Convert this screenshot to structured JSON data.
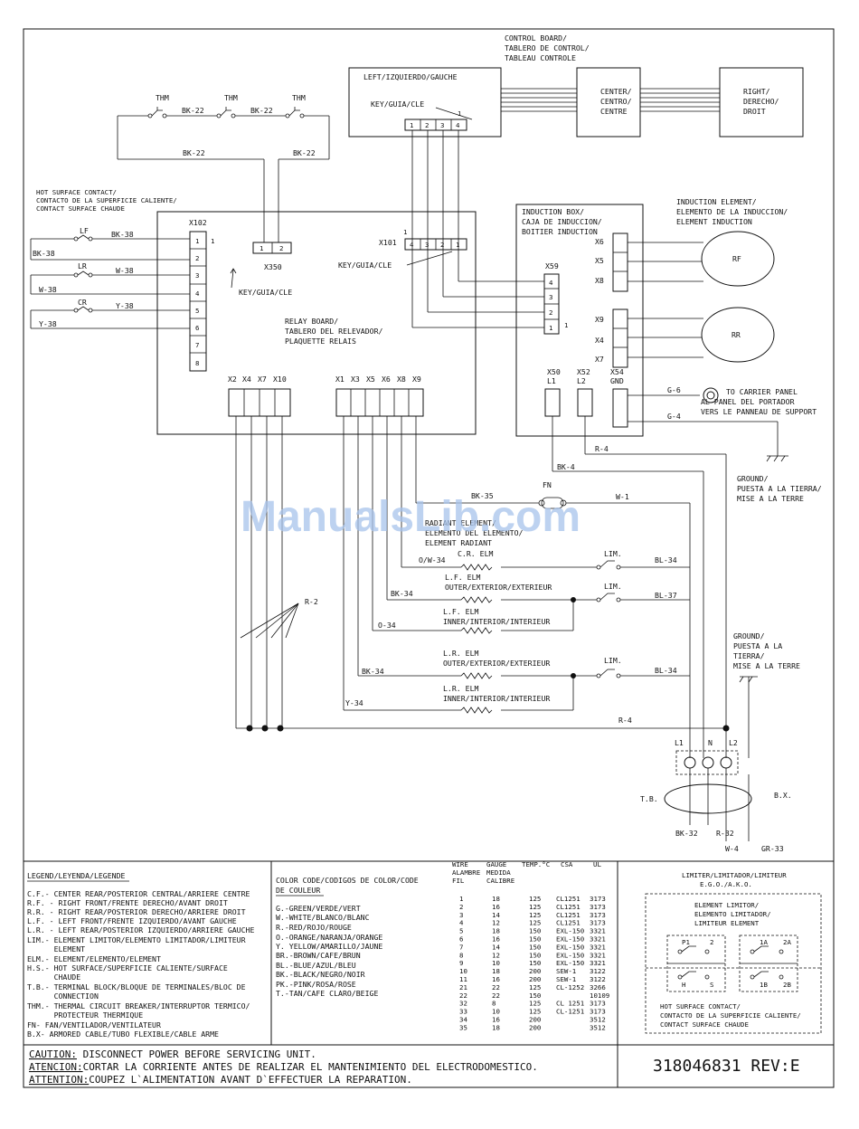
{
  "control_board": {
    "title": [
      "CONTROL BOARD/",
      "TABLERO DE CONTROL/",
      "TABLEAU CONTROLE"
    ],
    "left": "LEFT/IZQUIERDO/GAUCHE",
    "key": "KEY/GUIA/CLE",
    "pins": [
      "1",
      "2",
      "3",
      "4"
    ],
    "pin_mark": "1",
    "center": [
      "CENTER/",
      "CENTRO/",
      "CENTRE"
    ],
    "right": [
      "RIGHT/",
      "DERECHO/",
      "DROIT"
    ]
  },
  "thermostats": {
    "label": "THM",
    "wires": [
      "BK-22",
      "BK-22",
      "BK-22",
      "BK-22"
    ]
  },
  "hot_surface": [
    "HOT SURFACE CONTACT/",
    "CONTACTO DE LA SUPERFICIE CALIENTE/",
    "CONTACT SURFACE CHAUDE"
  ],
  "x102": {
    "label": "X102",
    "pins": [
      "1",
      "2",
      "3",
      "4",
      "5",
      "6",
      "7",
      "8"
    ],
    "mark": "1"
  },
  "contacts": [
    {
      "label": "LF",
      "top": "BK-38",
      "bottom": "BK-38"
    },
    {
      "label": "LR",
      "top": "W-38",
      "bottom": "W-38"
    },
    {
      "label": "CR",
      "top": "Y-38",
      "bottom": "Y-38"
    }
  ],
  "x350": {
    "label": "X350",
    "pins": [
      "1",
      "2"
    ],
    "key": "KEY/GUIA/CLE"
  },
  "x101": {
    "label": "X101",
    "pins": [
      "4",
      "3",
      "2",
      "1"
    ],
    "key": "KEY/GUIA/CLE",
    "mark": "1"
  },
  "relay_board": [
    "RELAY BOARD/",
    "TABLERO DEL RELEVADOR/",
    "PLAQUETTE RELAIS"
  ],
  "relay_left": {
    "labels": [
      "X2",
      "X4",
      "X7",
      "X10"
    ]
  },
  "relay_right": {
    "labels": [
      "X1",
      "X3",
      "X5",
      "X6",
      "X8",
      "X9"
    ]
  },
  "induction_box": {
    "title": [
      "INDUCTION BOX/",
      "CAJA DE INDUCCION/",
      "BOITIER INDUCTION"
    ],
    "x59": "X59",
    "x59_pins": [
      "4",
      "3",
      "2",
      "1"
    ],
    "x59_mark": "1",
    "top_pins": [
      "X6",
      "X5",
      "X8"
    ],
    "bottom_pins": [
      "X9",
      "X4",
      "X7"
    ],
    "x50": [
      "X50",
      "L1"
    ],
    "x52": [
      "X52",
      "L2"
    ],
    "x54": [
      "X54",
      "GND"
    ]
  },
  "induction_element": [
    "INDUCTION ELEMENT/",
    "ELEMENTO DE LA INDUCCION/",
    "ELEMENT INDUCTION"
  ],
  "coils": [
    "RF",
    "RR"
  ],
  "carrier": {
    "g6": "G-6",
    "g4": "G-4",
    "text": [
      "TO CARRIER PANEL",
      "AL PANEL DEL PORTADOR",
      "VERS LE PANNEAU DE SUPPORT"
    ]
  },
  "ground1": [
    "GROUND/",
    "PUESTA A LA TIERRA/",
    "MISE A LA TERRE"
  ],
  "ground2": [
    "GROUND/",
    "PUESTA A LA",
    "TIERRA/",
    "MISE A LA TERRE"
  ],
  "wires": {
    "r4a": "R-4",
    "bk4": "BK-4",
    "bk35": "BK-35",
    "fn": "FN",
    "w1": "W-1",
    "r2": "R-2",
    "r4b": "R-4",
    "ow34": "O/W-34",
    "bl34a": "BL-34",
    "bk34a": "BK-34",
    "bl37": "BL-37",
    "o34": "O-34",
    "bk34b": "BK-34",
    "bl34b": "BL-34",
    "y34": "Y-34"
  },
  "radiant": [
    "RADIANT ELEMENT/",
    "ELEMENTO DEL ELEMENTO/",
    "ELEMENT RADIANT"
  ],
  "elements": {
    "cr": "C.R. ELM",
    "lf1": [
      "L.F. ELM",
      "OUTER/EXTERIOR/EXTERIEUR"
    ],
    "lf2": [
      "L.F. ELM",
      "INNER/INTERIOR/INTERIEUR"
    ],
    "lr1": [
      "L.R. ELM",
      "OUTER/EXTERIOR/EXTERIEUR"
    ],
    "lr2": [
      "L.R. ELM",
      "INNER/INTERIOR/INTERIEUR"
    ],
    "lim": "LIM."
  },
  "terminal_block": {
    "l1": "L1",
    "n": "N",
    "l2": "L2",
    "tb": "T.B.",
    "bx": "B.X.",
    "bk32": "BK-32",
    "r32": "R-32",
    "w4": "W-4",
    "gr33": "GR-33"
  },
  "watermark": "ManualsLib.com",
  "legend": {
    "title": "LEGEND/LEYENDA/LEGENDE",
    "lines": [
      "C.F.- CENTER REAR/POSTERIOR CENTRAL/ARRIERE CENTRE",
      "R.F. - RIGHT FRONT/FRENTE DERECHO/AVANT DROIT",
      "R.R. - RIGHT REAR/POSTERIOR DERECHO/ARRIERE DROIT",
      "L.F. - LEFT FRONT/FRENTE IZQUIERDO/AVANT GAUCHE",
      "L.R. - LEFT REAR/POSTERIOR IZQUIERDO/ARRIERE GAUCHE",
      "LIM.- ELEMENT LIMITOR/ELEMENTO LIMITADOR/LIMITEUR",
      "      ELEMENT",
      "ELM.- ELEMENT/ELEMENTO/ELEMENT",
      "H.S.- HOT SURFACE/SUPERFICIE CALIENTE/SURFACE",
      "      CHAUDE",
      "T.B.- TERMINAL BLOCK/BLOQUE DE TERMINALES/BLOC DE",
      "      CONNECTION",
      "THM.- THERMAL CIRCUIT BREAKER/INTERRUPTOR TERMICO/",
      "      PROTECTEUR THERMIQUE",
      "FN- FAN/VENTILADOR/VENTILATEUR",
      "B.X- ARMORED CABLE/TUBO FLEXIBLE/CABLE ARME"
    ]
  },
  "color_code": {
    "title": [
      "COLOR CODE/CODIGOS DE COLOR/CODE",
      "DE COULEUR"
    ],
    "lines": [
      "G.-GREEN/VERDE/VERT",
      "W.-WHITE/BLANCO/BLANC",
      "R.-RED/ROJO/ROUGE",
      "O.-ORANGE/NARANJA/ORANGE",
      "Y. YELLOW/AMARILLO/JAUNE",
      "BR.-BROWN/CAFE/BRUN",
      "BL.-BLUE/AZUL/BLEU",
      "BK.-BLACK/NEGRO/NOIR",
      "PK.-PINK/ROSA/ROSE",
      "T.-TAN/CAFE CLARO/BEIGE"
    ]
  },
  "wire_table": {
    "headers": [
      [
        "WIRE",
        "ALAMBRE",
        "FIL"
      ],
      [
        "GAUGE",
        "MEDIDA",
        "CALIBRE"
      ],
      [
        "TEMP.°C"
      ],
      [
        "CSA"
      ],
      [
        "UL"
      ]
    ],
    "rows": [
      [
        "1",
        "18",
        "125",
        "CL1251",
        "3173"
      ],
      [
        "2",
        "16",
        "125",
        "CL1251",
        "3173"
      ],
      [
        "3",
        "14",
        "125",
        "CL1251",
        "3173"
      ],
      [
        "4",
        "12",
        "125",
        "CL1251",
        "3173"
      ],
      [
        "5",
        "18",
        "150",
        "EXL-150",
        "3321"
      ],
      [
        "6",
        "16",
        "150",
        "EXL-150",
        "3321"
      ],
      [
        "7",
        "14",
        "150",
        "EXL-150",
        "3321"
      ],
      [
        "8",
        "12",
        "150",
        "EXL-150",
        "3321"
      ],
      [
        "9",
        "10",
        "150",
        "EXL-150",
        "3321"
      ],
      [
        "10",
        "18",
        "200",
        "SEW-1",
        "3122"
      ],
      [
        "11",
        "16",
        "200",
        "SEW-1",
        "3122"
      ],
      [
        "21",
        "22",
        "125",
        "CL-1252",
        "3266"
      ],
      [
        "22",
        "22",
        "150",
        "",
        "10109"
      ],
      [
        "32",
        "8",
        "125",
        "CL 1251",
        "3173"
      ],
      [
        "33",
        "10",
        "125",
        "CL-1251",
        "3173"
      ],
      [
        "34",
        "16",
        "200",
        "",
        "3512"
      ],
      [
        "35",
        "18",
        "200",
        "",
        "3512"
      ]
    ]
  },
  "limiter": {
    "title": [
      "LIMITER/LIMITADOR/LIMITEUR",
      "E.G.O./A.K.O."
    ],
    "elem": [
      "ELEMENT LIMITOR/",
      "ELEMENTO LIMITADOR/",
      "LIMITEUR ELEMENT"
    ],
    "p_top": [
      "P1",
      "2",
      "1A",
      "2A"
    ],
    "p_bot": [
      "H",
      "S",
      "1B",
      "2B"
    ],
    "hot": [
      "HOT SURFACE CONTACT/",
      "CONTACTO DE LA SUPERFICIE CALIENTE/",
      "CONTACT SURFACE CHAUDE"
    ]
  },
  "caution": [
    {
      "k": "CAUTION:",
      "v": " DISCONNECT POWER BEFORE SERVICING UNIT."
    },
    {
      "k": "ATENCION:",
      "v": "CORTAR LA CORRIENTE ANTES DE REALIZAR EL MANTENIMIENTO DEL ELECTRODOMESTICO."
    },
    {
      "k": "ATTENTION:",
      "v": "COUPEZ L`ALIMENTATION AVANT D`EFFECTUER LA REPARATION."
    }
  ],
  "part_number": "318046831 REV:E"
}
